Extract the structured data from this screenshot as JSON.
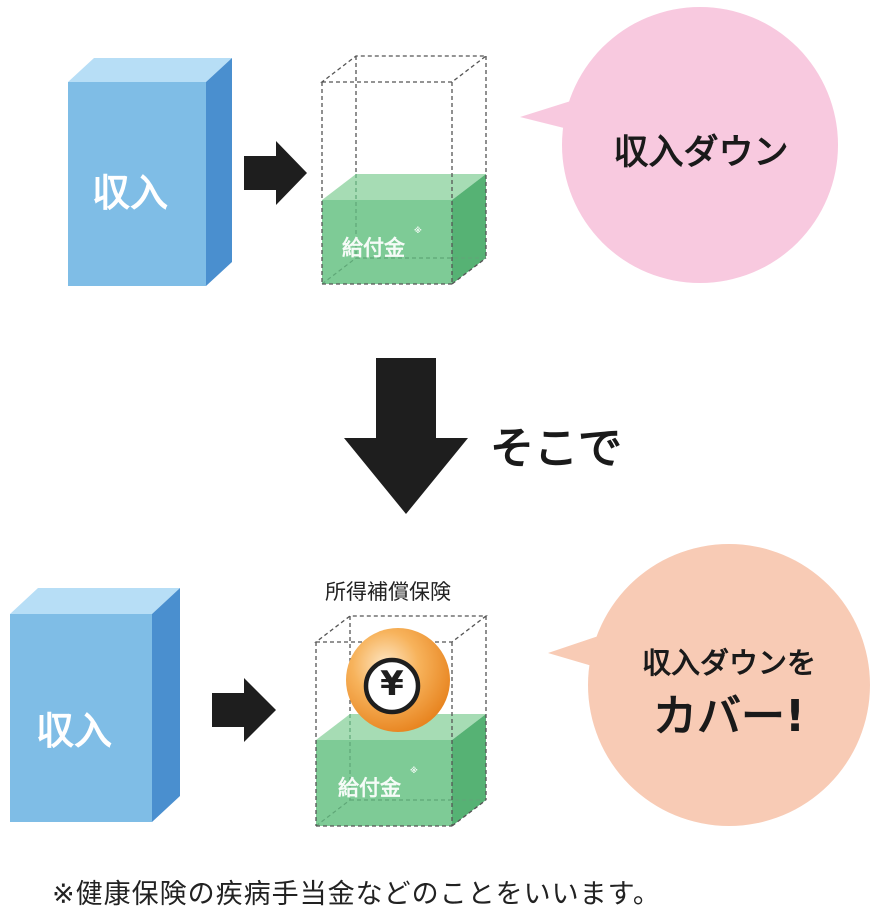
{
  "top": {
    "income_label": "収入",
    "benefit_label": "給付金",
    "benefit_mark": "※",
    "bubble_text": "収入ダウン"
  },
  "transition": {
    "text": "そこで"
  },
  "bottom": {
    "income_label": "収入",
    "insurance_label": "所得補償保険",
    "yen_symbol": "¥",
    "benefit_label": "給付金",
    "benefit_mark": "※",
    "bubble_line1": "収入ダウンを",
    "bubble_line2": "カバー!"
  },
  "footnote": "※健康保険の疾病手当金などのことをいいます。",
  "colors": {
    "income_front": "#7fbde6",
    "income_top": "#b7def6",
    "income_side": "#4a8fcf",
    "benefit_front": "#7ecb96",
    "benefit_top": "#a6dcb4",
    "benefit_side": "#56b274",
    "bubble_pink": "#f8c9df",
    "bubble_peach": "#f8cbb5",
    "arrow": "#1e1e1e",
    "coin": "#f29a2e"
  }
}
